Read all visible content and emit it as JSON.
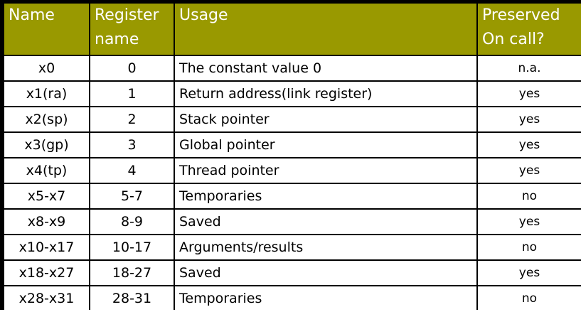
{
  "headers": {
    "name": "Name",
    "register_name": "Register name",
    "usage": "Usage",
    "preserved": "Preserved On call?"
  },
  "rows": [
    {
      "name": "x0",
      "register": "0",
      "usage": "The constant value 0",
      "preserved": "n.a."
    },
    {
      "name": "x1(ra)",
      "register": "1",
      "usage": "Return address(link register)",
      "preserved": "yes"
    },
    {
      "name": "x2(sp)",
      "register": "2",
      "usage": "Stack pointer",
      "preserved": "yes"
    },
    {
      "name": "x3(gp)",
      "register": "3",
      "usage": "Global pointer",
      "preserved": "yes"
    },
    {
      "name": "x4(tp)",
      "register": "4",
      "usage": "Thread pointer",
      "preserved": "yes"
    },
    {
      "name": "x5-x7",
      "register": "5-7",
      "usage": "Temporaries",
      "preserved": "no"
    },
    {
      "name": "x8-x9",
      "register": "8-9",
      "usage": "Saved",
      "preserved": "yes"
    },
    {
      "name": "x10-x17",
      "register": "10-17",
      "usage": "Arguments/results",
      "preserved": "no"
    },
    {
      "name": "x18-x27",
      "register": "18-27",
      "usage": "Saved",
      "preserved": "yes"
    },
    {
      "name": "x28-x31",
      "register": "28-31",
      "usage": "Temporaries",
      "preserved": "no"
    }
  ],
  "colors": {
    "header_bg": "#999900",
    "header_text": "#ffffff",
    "grid": "#000000"
  }
}
